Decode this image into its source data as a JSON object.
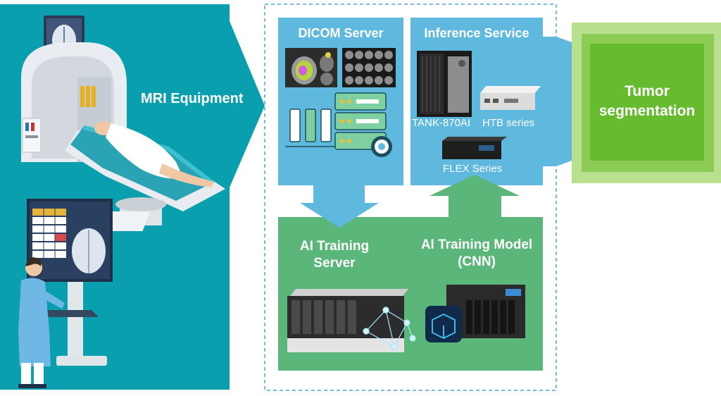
{
  "mri": {
    "label": "MRI Equipment"
  },
  "dicom": {
    "title": "DICOM Server"
  },
  "inference": {
    "title": "Inference Service",
    "devices": [
      "TANK-870AI",
      "HTB series",
      "FLEX Series"
    ]
  },
  "training_server": {
    "line1": "AI Training",
    "line2": "Server"
  },
  "training_model": {
    "line1": "AI Training Model",
    "line2": "(CNN)"
  },
  "result": {
    "line1": "Tumor",
    "line2": "segmentation"
  },
  "colors": {
    "teal": "#0a9fae",
    "light_blue": "#5fb9de",
    "green": "#5bb67a",
    "bright_green": "#66bb2e",
    "dashed_border": "#4aa8c8"
  }
}
